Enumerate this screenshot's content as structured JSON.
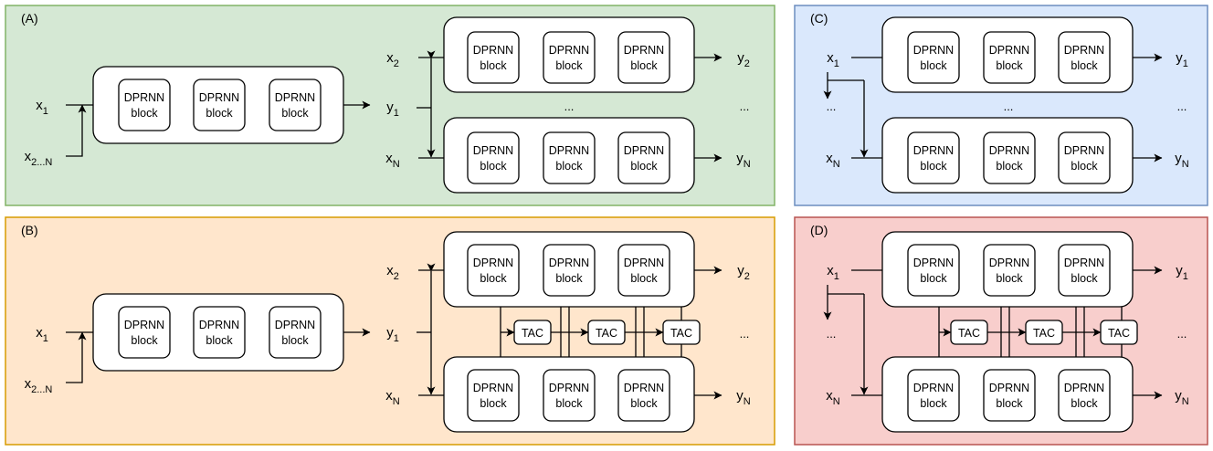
{
  "panels": [
    {
      "id": "A",
      "label": "(A)",
      "fill": "#d5e8d4",
      "stroke": "#82b366"
    },
    {
      "id": "B",
      "label": "(B)",
      "fill": "#ffe6cc",
      "stroke": "#d79b00"
    },
    {
      "id": "C",
      "label": "(C)",
      "fill": "#dae8fc",
      "stroke": "#6c8ebf"
    },
    {
      "id": "D",
      "label": "(D)",
      "fill": "#f8cecc",
      "stroke": "#b85450"
    }
  ],
  "block_text": {
    "line1": "DPRNN",
    "line2": "block"
  },
  "tac_text": "TAC",
  "ellipsis": "...",
  "var": {
    "x": "x",
    "y": "y"
  },
  "sub": {
    "one": "1",
    "two": "2",
    "rest": "2...N",
    "n": "N"
  }
}
